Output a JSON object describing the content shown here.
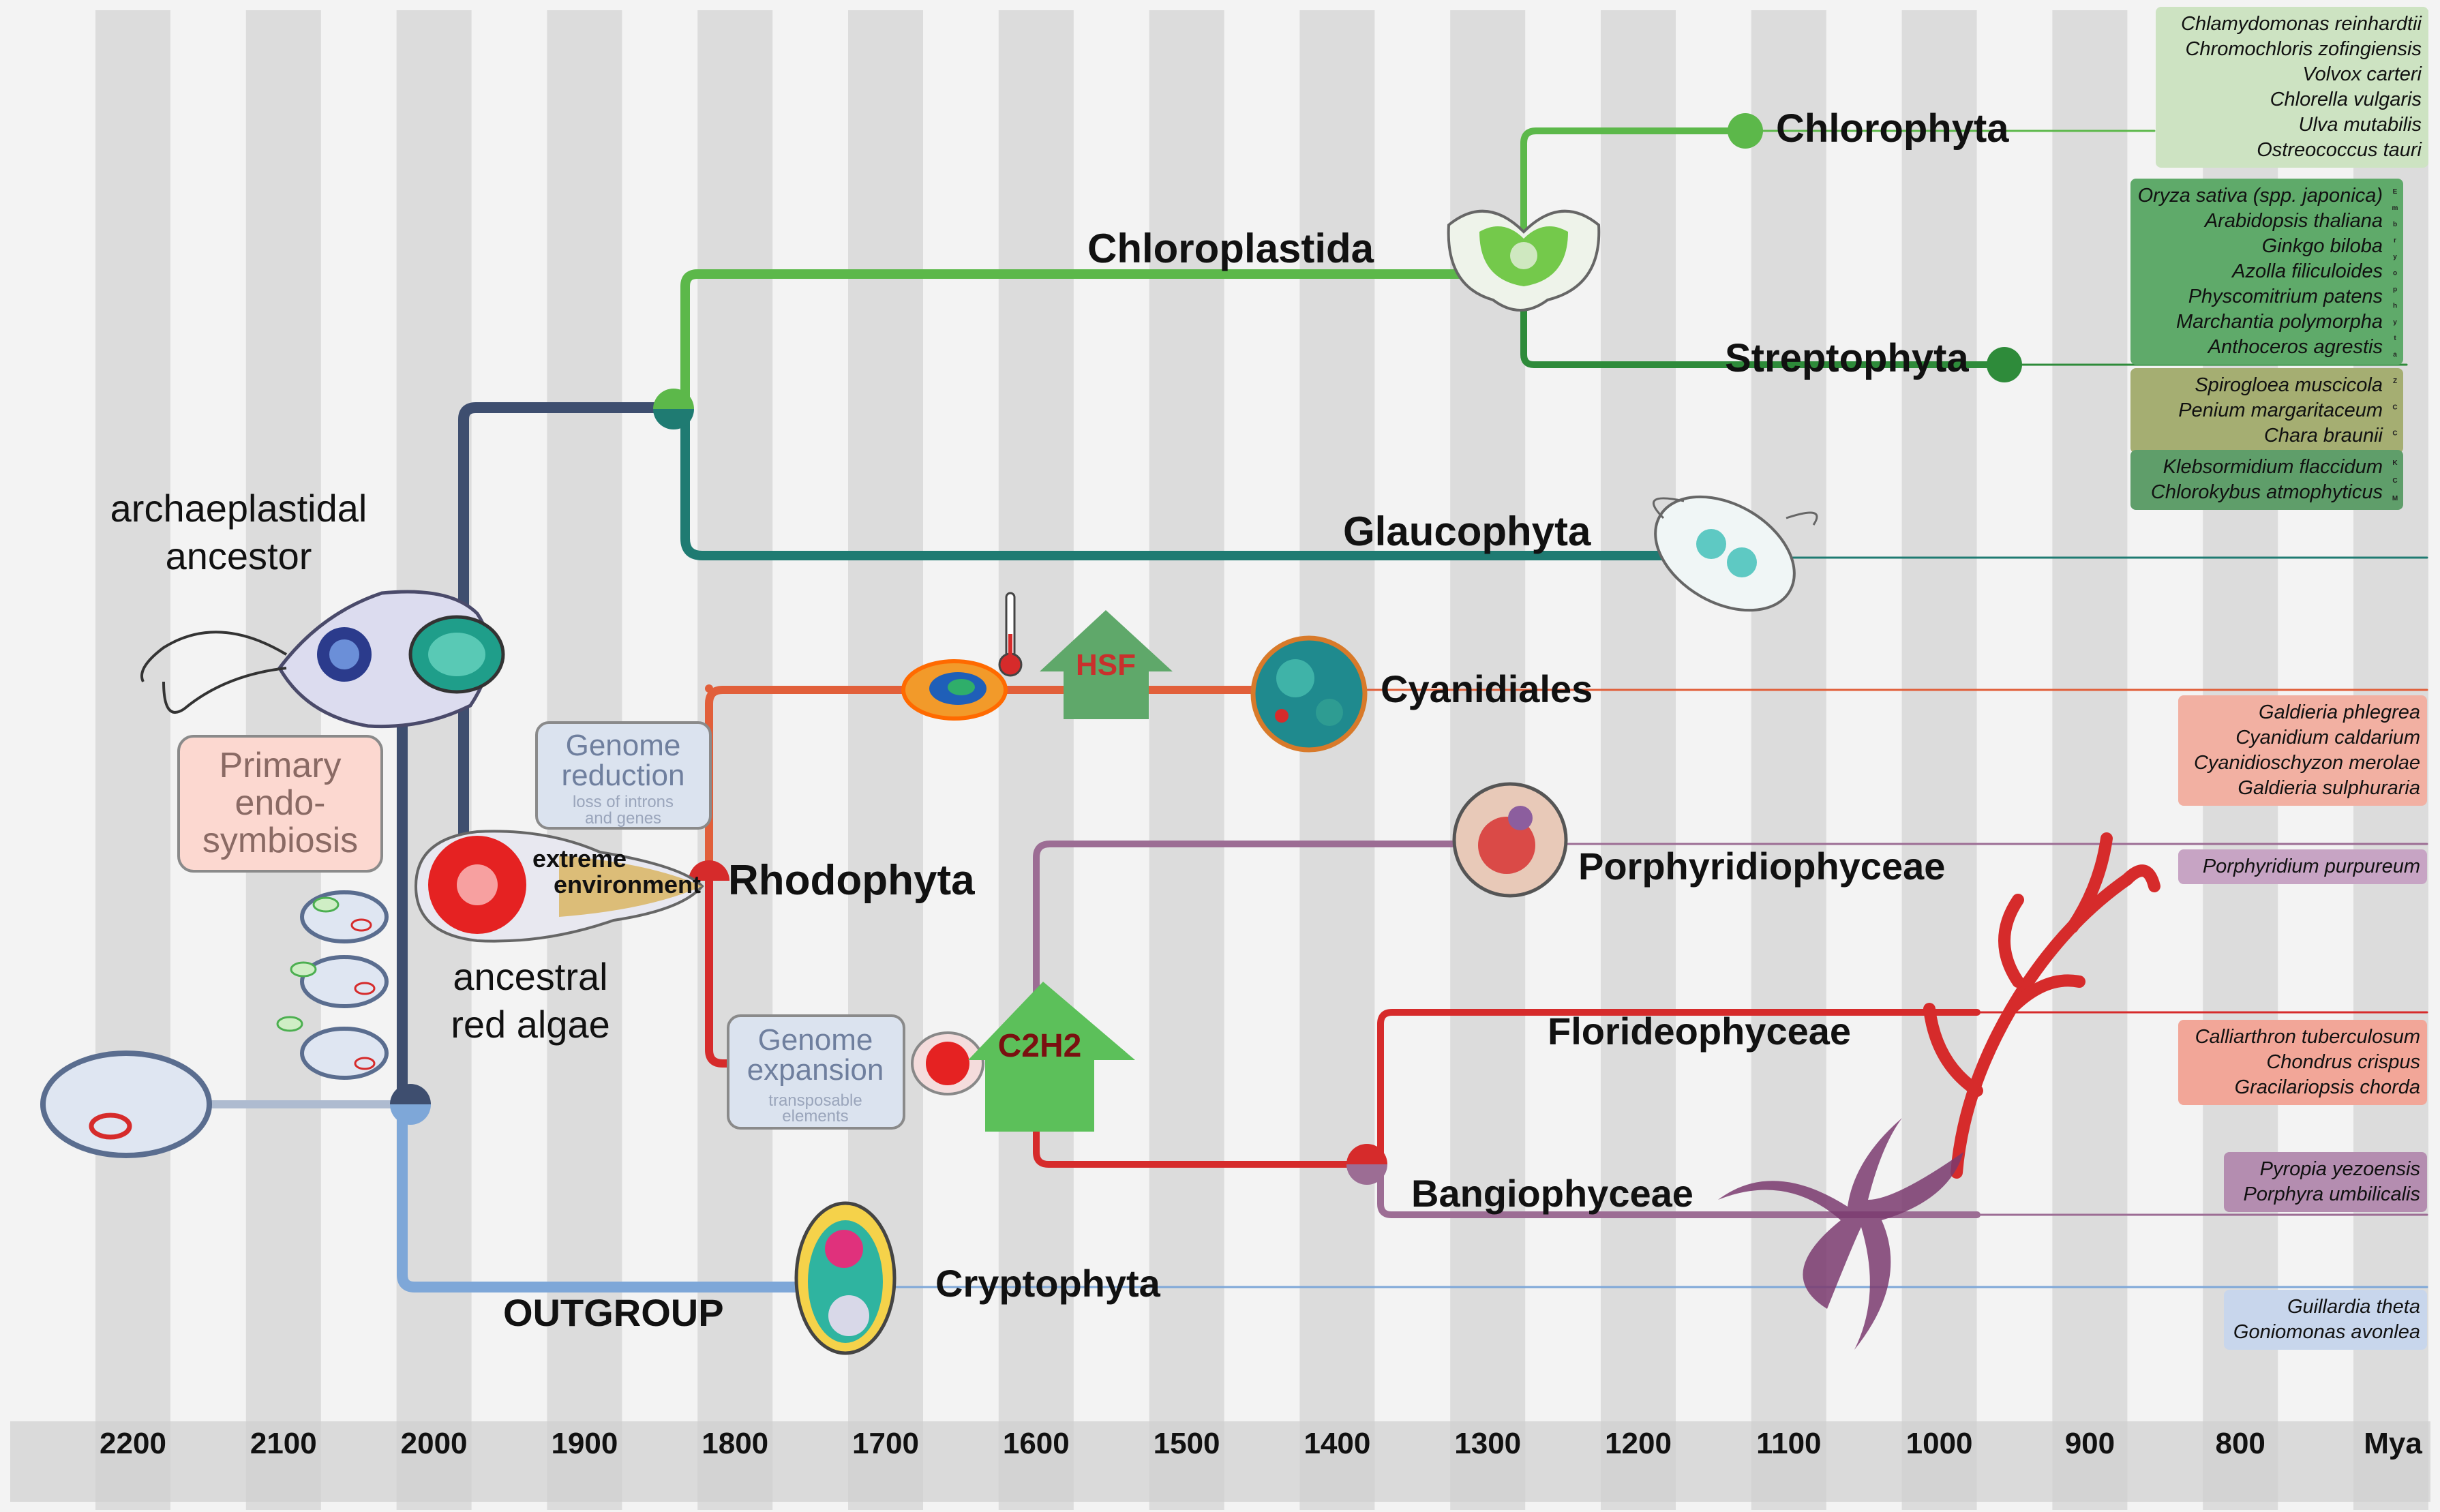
{
  "axis": {
    "unit": "Mya",
    "ticks": [
      "2200",
      "2100",
      "2000",
      "1900",
      "1800",
      "1700",
      "1600",
      "1500",
      "1400",
      "1300",
      "1200",
      "1100",
      "1000",
      "900",
      "800"
    ]
  },
  "colors": {
    "stripe_light": "#f3f3f3",
    "stripe_dark": "#dcdcdc",
    "axis_band": "#dedede",
    "outgroup": "#7ea7d8",
    "backbone": "#3e4e6f",
    "chloroplastida": "#5cb84a",
    "streptophyta": "#2e8b3a",
    "glaucophyta": "#1f7b72",
    "rhodophyta": "#e15f3a",
    "red_core": "#d62b2b",
    "purple": "#9c6d94",
    "arrow_green": "#6fbf73",
    "arrow_hsf": "#5fa86a"
  },
  "labels": {
    "archaeplastidal_ancestor_1": "archaeplastidal",
    "archaeplastidal_ancestor_2": "ancestor",
    "primary_1": "Primary",
    "primary_2": "endo-",
    "primary_3": "symbiosis",
    "ancestral_red_1": "ancestral",
    "ancestral_red_2": "red algae",
    "extreme_1": "extreme",
    "extreme_2": "environment",
    "genome_reduction_1": "Genome",
    "genome_reduction_2": "reduction",
    "genome_reduction_sub_1": "loss of introns",
    "genome_reduction_sub_2": "and genes",
    "genome_expansion_1": "Genome",
    "genome_expansion_2": "expansion",
    "genome_expansion_sub_1": "transposable",
    "genome_expansion_sub_2": "elements",
    "hsf": "HSF",
    "c2h2": "C2H2",
    "outgroup": "OUTGROUP"
  },
  "clades": {
    "chloroplastida": "Chloroplastida",
    "chlorophyta": "Chlorophyta",
    "streptophyta": "Streptophyta",
    "glaucophyta": "Glaucophyta",
    "cyanidiales": "Cyanidiales",
    "rhodophyta": "Rhodophyta",
    "porphyridiophyceae": "Porphyridiophyceae",
    "florideophyceae": "Florideophyceae",
    "bangiophyceae": "Bangiophyceae",
    "cryptophyta": "Cryptophyta"
  },
  "species_boxes": [
    {
      "color": "#cde3c2",
      "species": [
        "Chlamydomonas reinhardtii",
        "Chromochloris zofingiensis",
        "Volvox carteri",
        "Chlorella vulgaris",
        "Ulva mutabilis",
        "Ostreococcus tauri"
      ]
    },
    {
      "color": "#5faa6a",
      "species": [
        "Oryza sativa (spp. japonica)",
        "Arabidopsis thaliana",
        "Ginkgo biloba",
        "Azolla filiculoides",
        "Physcomitrium patens",
        "Marchantia polymorpha",
        "Anthoceros agrestis"
      ],
      "group": "E m b r y o p h y t a"
    },
    {
      "color": "#a5ae72",
      "species": [
        "Spirogloea muscicola",
        "Penium margaritaceum",
        "Chara braunii"
      ],
      "group": "Z C C"
    },
    {
      "color": "#5f9e6a",
      "species": [
        "Klebsormidium flaccidum",
        "Chlorokybus atmophyticus"
      ],
      "group": "K C M"
    },
    {
      "color": "#f2b0a2",
      "species": [
        "Galdieria phlegrea",
        "Cyanidium caldarium",
        "Cyanidioschyzon merolae",
        "Galdieria sulphuraria"
      ]
    },
    {
      "color": "#c7a4c4",
      "species": [
        "Porphyridium purpureum"
      ]
    },
    {
      "color": "#f2a698",
      "species": [
        "Calliarthron tuberculosum",
        "Chondrus crispus",
        "Gracilariopsis chorda"
      ]
    },
    {
      "color": "#b48db0",
      "species": [
        "Pyropia yezoensis",
        "Porphyra umbilicalis"
      ]
    },
    {
      "color": "#c8d6ec",
      "species": [
        "Guillardia theta",
        "Goniomonas avonlea"
      ]
    }
  ],
  "icons": [
    "thermometer-icon",
    "hsf-arrow-icon",
    "c2h2-arrow-icon",
    "seaweed-icon",
    "cell-icon"
  ]
}
